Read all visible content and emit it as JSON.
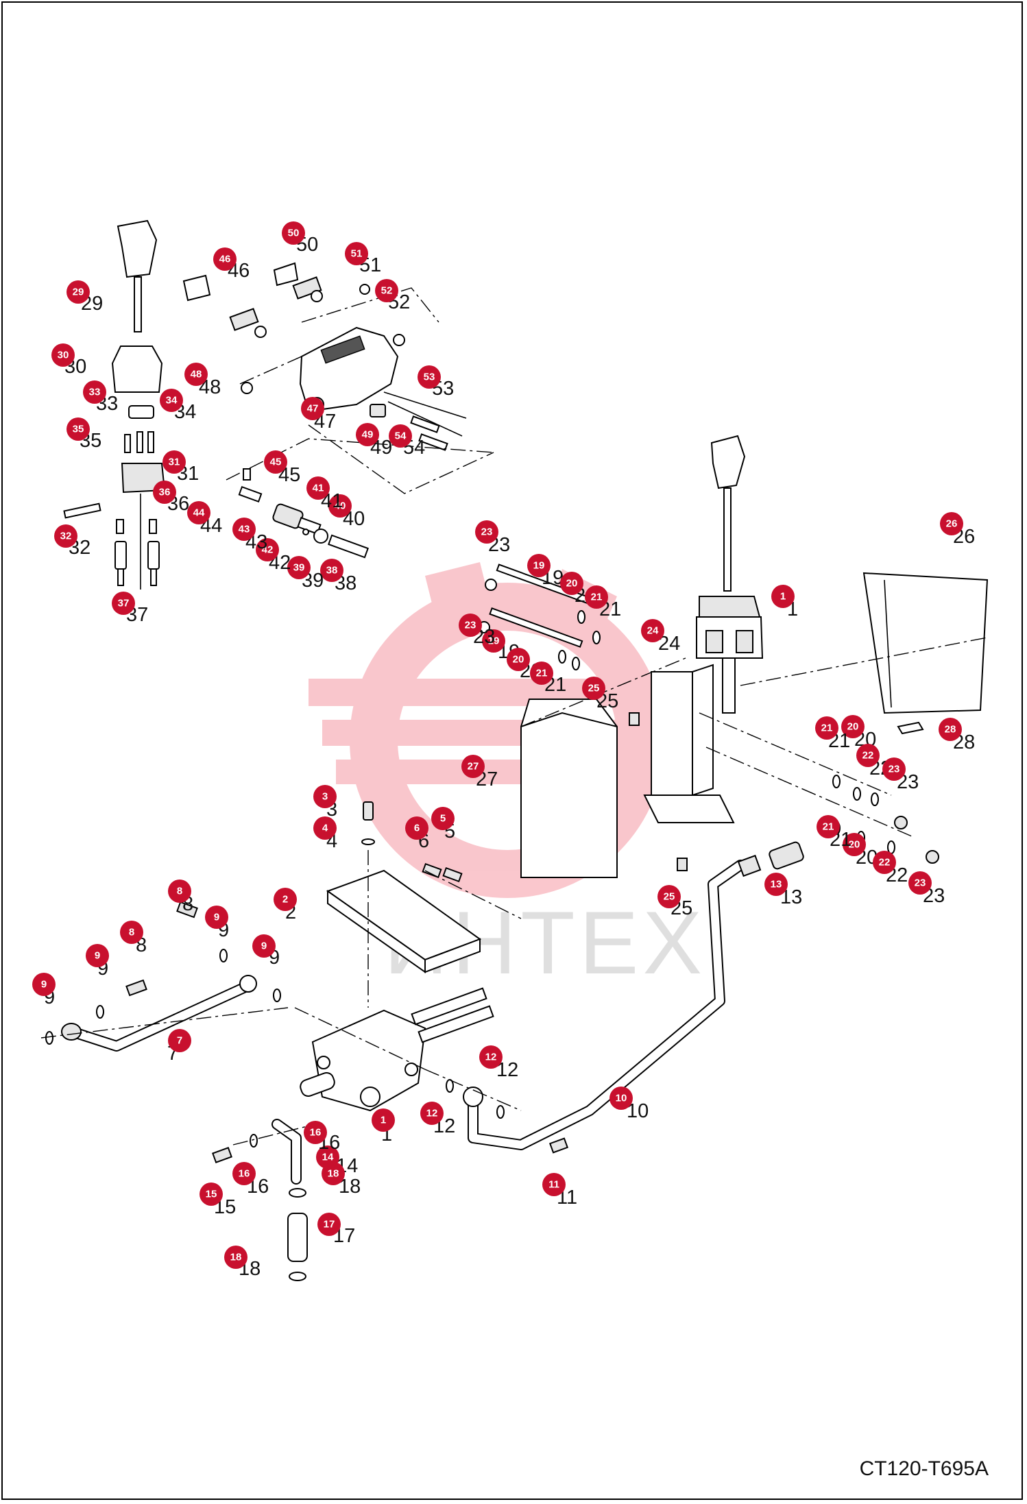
{
  "drawing_code": "CT120-T695A",
  "watermark_text": "ИНТЕХ",
  "badge_color": "#c8102e",
  "callouts": [
    {
      "id": "1a",
      "badge": "1",
      "label": "1"
    },
    {
      "id": "1b",
      "badge": "1",
      "label": "1"
    },
    {
      "id": "2",
      "badge": "2",
      "label": "2"
    },
    {
      "id": "3",
      "badge": "3",
      "label": "3"
    },
    {
      "id": "4",
      "badge": "4",
      "label": "4"
    },
    {
      "id": "5",
      "badge": "5",
      "label": "5"
    },
    {
      "id": "6",
      "badge": "6",
      "label": "6"
    },
    {
      "id": "7",
      "badge": "7",
      "label": "7"
    },
    {
      "id": "8a",
      "badge": "8",
      "label": "8"
    },
    {
      "id": "8b",
      "badge": "8",
      "label": "8"
    },
    {
      "id": "9a",
      "badge": "9",
      "label": "9"
    },
    {
      "id": "9b",
      "badge": "9",
      "label": "9"
    },
    {
      "id": "9c",
      "badge": "9",
      "label": "9"
    },
    {
      "id": "9d",
      "badge": "9",
      "label": "9"
    },
    {
      "id": "10",
      "badge": "10",
      "label": "10"
    },
    {
      "id": "11",
      "badge": "11",
      "label": "11"
    },
    {
      "id": "12a",
      "badge": "12",
      "label": "12"
    },
    {
      "id": "12b",
      "badge": "12",
      "label": "12"
    },
    {
      "id": "13",
      "badge": "13",
      "label": "13"
    },
    {
      "id": "14",
      "badge": "14",
      "label": "14"
    },
    {
      "id": "15",
      "badge": "15",
      "label": "15"
    },
    {
      "id": "16a",
      "badge": "16",
      "label": "16"
    },
    {
      "id": "16b",
      "badge": "16",
      "label": "16"
    },
    {
      "id": "17",
      "badge": "17",
      "label": "17"
    },
    {
      "id": "18a",
      "badge": "18",
      "label": "18"
    },
    {
      "id": "18b",
      "badge": "18",
      "label": "18"
    },
    {
      "id": "19a",
      "badge": "19",
      "label": "19"
    },
    {
      "id": "19b",
      "badge": "19",
      "label": "19"
    },
    {
      "id": "20a",
      "badge": "20",
      "label": "20"
    },
    {
      "id": "20b",
      "badge": "20",
      "label": "20"
    },
    {
      "id": "20c",
      "badge": "20",
      "label": "20"
    },
    {
      "id": "20d",
      "badge": "20",
      "label": "20"
    },
    {
      "id": "21a",
      "badge": "21",
      "label": "21"
    },
    {
      "id": "21b",
      "badge": "21",
      "label": "21"
    },
    {
      "id": "21c",
      "badge": "21",
      "label": "21"
    },
    {
      "id": "21d",
      "badge": "21",
      "label": "21"
    },
    {
      "id": "22a",
      "badge": "22",
      "label": "22"
    },
    {
      "id": "22b",
      "badge": "22",
      "label": "22"
    },
    {
      "id": "23a",
      "badge": "23",
      "label": "23"
    },
    {
      "id": "23b",
      "badge": "23",
      "label": "23"
    },
    {
      "id": "23c",
      "badge": "23",
      "label": "23"
    },
    {
      "id": "23d",
      "badge": "23",
      "label": "23"
    },
    {
      "id": "24",
      "badge": "24",
      "label": "24"
    },
    {
      "id": "25a",
      "badge": "25",
      "label": "25"
    },
    {
      "id": "25b",
      "badge": "25",
      "label": "25"
    },
    {
      "id": "26",
      "badge": "26",
      "label": "26"
    },
    {
      "id": "27",
      "badge": "27",
      "label": "27"
    },
    {
      "id": "28",
      "badge": "28",
      "label": "28"
    },
    {
      "id": "29",
      "badge": "29",
      "label": "29"
    },
    {
      "id": "30",
      "badge": "30",
      "label": "30"
    },
    {
      "id": "31",
      "badge": "31",
      "label": "31"
    },
    {
      "id": "32",
      "badge": "32",
      "label": "32"
    },
    {
      "id": "33",
      "badge": "33",
      "label": "33"
    },
    {
      "id": "34",
      "badge": "34",
      "label": "34"
    },
    {
      "id": "35",
      "badge": "35",
      "label": "35"
    },
    {
      "id": "36",
      "badge": "36",
      "label": "36"
    },
    {
      "id": "37",
      "badge": "37",
      "label": "37"
    },
    {
      "id": "38",
      "badge": "38",
      "label": "38"
    },
    {
      "id": "39",
      "badge": "39",
      "label": "39"
    },
    {
      "id": "40",
      "badge": "40",
      "label": "40"
    },
    {
      "id": "41",
      "badge": "41",
      "label": "41"
    },
    {
      "id": "42",
      "badge": "42",
      "label": "42"
    },
    {
      "id": "43",
      "badge": "43",
      "label": "43"
    },
    {
      "id": "44",
      "badge": "44",
      "label": "44"
    },
    {
      "id": "45",
      "badge": "45",
      "label": "45"
    },
    {
      "id": "46",
      "badge": "46",
      "label": "46"
    },
    {
      "id": "47",
      "badge": "47",
      "label": "47"
    },
    {
      "id": "48",
      "badge": "48",
      "label": "48"
    },
    {
      "id": "49",
      "badge": "49",
      "label": "49"
    },
    {
      "id": "50",
      "badge": "50",
      "label": "50"
    },
    {
      "id": "51",
      "badge": "51",
      "label": "51"
    },
    {
      "id": "52",
      "badge": "52",
      "label": "52"
    },
    {
      "id": "53",
      "badge": "53",
      "label": "53"
    },
    {
      "id": "54",
      "badge": "54",
      "label": "54"
    }
  ]
}
